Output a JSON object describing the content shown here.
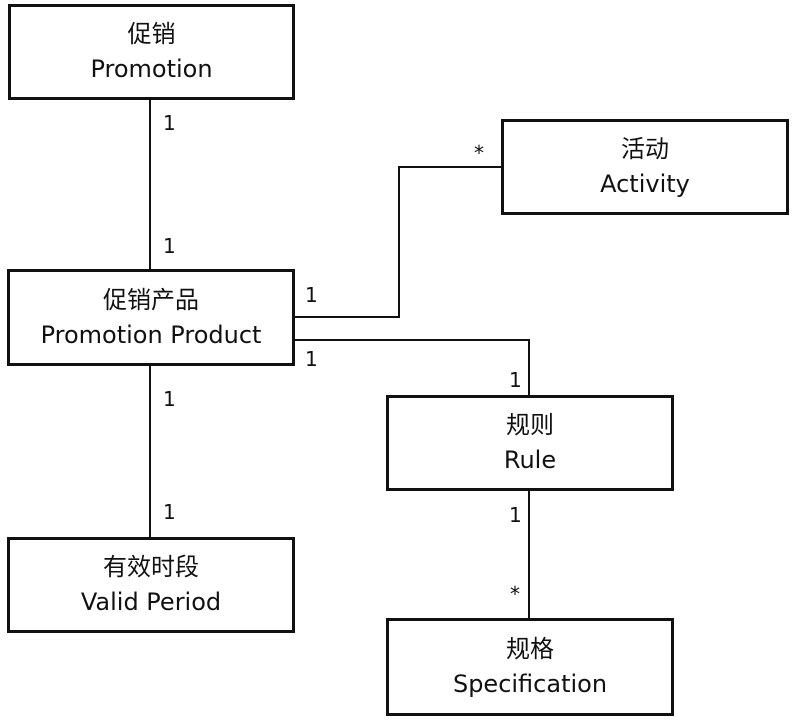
{
  "entities": {
    "promotion": {
      "zh": "促销",
      "en": "Promotion"
    },
    "activity": {
      "zh": "活动",
      "en": "Activity"
    },
    "promotion_product": {
      "zh": "促销产品",
      "en": "Promotion Product"
    },
    "rule": {
      "zh": "规则",
      "en": "Rule"
    },
    "valid_period": {
      "zh": "有效时段",
      "en": "Valid Period"
    },
    "specification": {
      "zh": "规格",
      "en": "Specification"
    }
  },
  "multiplicities": {
    "promotion_to_product_top": "1",
    "promotion_to_product_bottom": "1",
    "product_to_activity_product": "1",
    "product_to_activity_activity": "*",
    "product_to_rule_product": "1",
    "product_to_rule_rule": "1",
    "product_to_period_product": "1",
    "product_to_period_period": "1",
    "rule_to_spec_rule": "1",
    "rule_to_spec_spec": "*"
  }
}
